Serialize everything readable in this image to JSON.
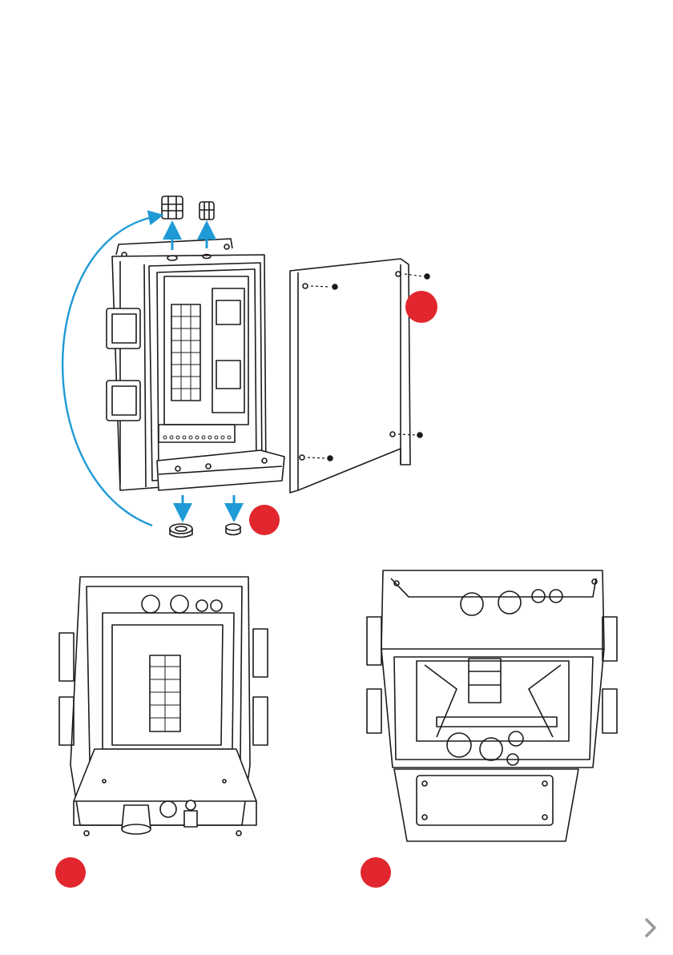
{
  "colors": {
    "line": "#1b1b1b",
    "arrow": "#1f9ad6",
    "badge": "#e1262d",
    "chevron": "#9a9a9a",
    "fill": "#ffffff"
  },
  "icons": {
    "next": "chevron-right-icon"
  },
  "steps": [
    {
      "id": "step-remove-door-and-swap-glands"
    },
    {
      "id": "step-bottom-view"
    },
    {
      "id": "step-top-view"
    }
  ]
}
